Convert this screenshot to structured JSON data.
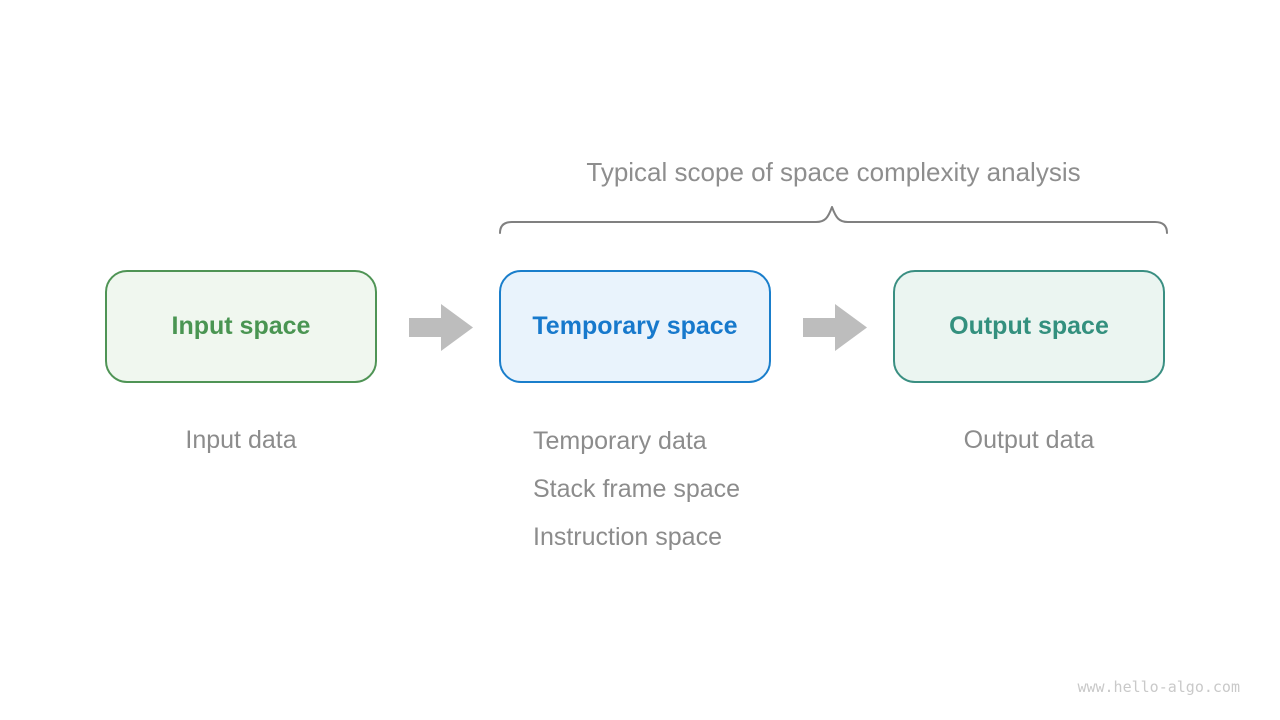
{
  "title": "Typical scope of space complexity analysis",
  "watermark": "www.hello-algo.com",
  "colors": {
    "title_gray": "#8e8e8e",
    "label_gray": "#8c8c8c",
    "brace_gray": "#808080",
    "arrow_gray": "#bdbdbd",
    "watermark_gray": "#c9c9c9",
    "input_fill": "#f0f7ef",
    "input_border": "#4f9455",
    "input_text": "#4a9552",
    "temp_fill": "#e9f3fc",
    "temp_border": "#1a7ecb",
    "temp_text": "#1779cc",
    "output_fill": "#ebf5f1",
    "output_border": "#3a8f82",
    "output_text": "#33907e"
  },
  "nodes": [
    {
      "id": "input",
      "label": "Input space"
    },
    {
      "id": "temporary",
      "label": "Temporary space"
    },
    {
      "id": "output",
      "label": "Output space"
    }
  ],
  "notes": {
    "input": "Input data",
    "temporary": [
      "Temporary data",
      "Stack frame space",
      "Instruction space"
    ],
    "output": "Output data"
  }
}
